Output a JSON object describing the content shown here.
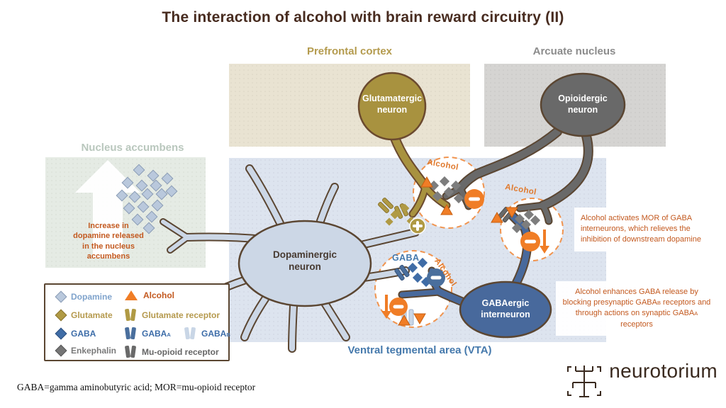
{
  "title": "The interaction of alcohol with brain reward circuitry (II)",
  "regions": {
    "prefrontal_cortex": "Prefrontal cortex",
    "arcuate_nucleus": "Arcuate nucleus",
    "nucleus_accumbens": "Nucleus accumbens",
    "vta": "Ventral tegmental area (VTA)"
  },
  "neurons": {
    "glutamatergic": "Glutamatergic\nneuron",
    "opioidergic": "Opioidergic\nneuron",
    "dopaminergic": "Dopaminergic\nneuron",
    "gabaergic": "GABAergic\ninterneuron"
  },
  "synapse_labels": {
    "alcohol_glutamate_synapse": "Alcohol",
    "alcohol_mor_synapse": "Alcohol",
    "alcohol_gaba_synapse": "Alcohol",
    "gaba": "GABA"
  },
  "annotations": {
    "increase_dopamine": "Increase in\ndopamine released\nin the nucleus\naccumbens",
    "mor_note": "Alcohol activates MOR of GABA interneurons, which relieves the inhibition of downstream dopamine",
    "gaba_note": {
      "p1": "Alcohol enhances GABA release by blocking presynaptic GABA",
      "sub1": "B",
      "p2": " receptors and through actions on synaptic GABA",
      "sub2": "A",
      "p3": " receptors"
    }
  },
  "legend": {
    "dopamine": "Dopamine",
    "glutamate": "Glutamate",
    "gaba": "GABA",
    "enkephalin": "Enkephalin",
    "alcohol": "Alcohol",
    "glutamate_receptor": "Glutamate receptor",
    "gaba_a": {
      "text": "GABA",
      "sub": "A"
    },
    "gaba_b": {
      "text": "GABA",
      "sub": "B"
    },
    "mu_opioid_receptor": "Mu-opioid receptor"
  },
  "footnote": "GABA=gamma aminobutyric acid; MOR=mu-opioid receptor",
  "logo": "neurotorium",
  "colors": {
    "title_brown": "#472b1f",
    "prefrontal_gold": "#b49b4e",
    "arcuate_gray": "#8c8c8c",
    "nacc_green": "#b9c7bd",
    "vta_blue_label": "#4579ac",
    "orange": "#f07d26",
    "annotation_orange": "#c3591f",
    "gold_neuron": "#a8923f",
    "gray_neuron": "#696969",
    "steel_blue_neuron": "#48699c",
    "dopaminergic_fill": "#ccd7e6"
  }
}
